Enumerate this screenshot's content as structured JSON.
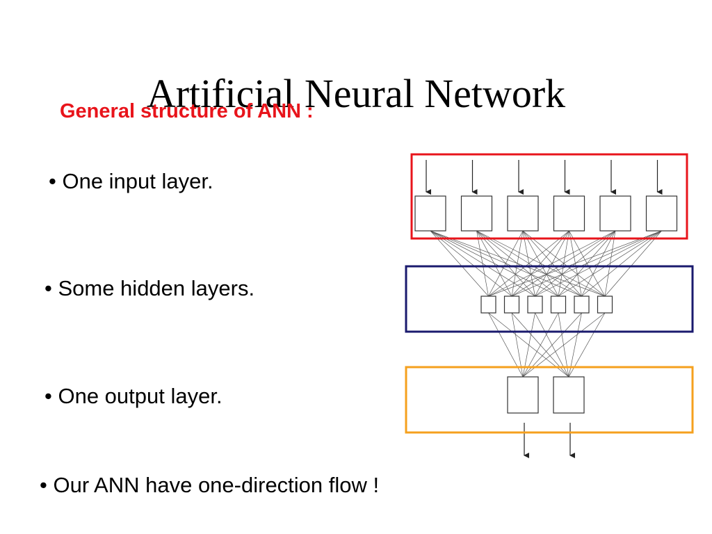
{
  "slide": {
    "title": "Artificial Neural Network",
    "subtitle": "General structure of ANN :"
  },
  "bullets": {
    "input": "• One input layer.",
    "hidden": "• Some hidden layers.",
    "output": "• One output layer.",
    "flow": "• Our ANN have one-direction flow !"
  },
  "colors": {
    "subtitle": "#e8141b",
    "input_frame": "#e8141b",
    "hidden_frame": "#1a1a6e",
    "output_frame": "#f5a01e"
  },
  "network": {
    "input_nodes": 6,
    "hidden_nodes": 6,
    "output_nodes": 2
  }
}
